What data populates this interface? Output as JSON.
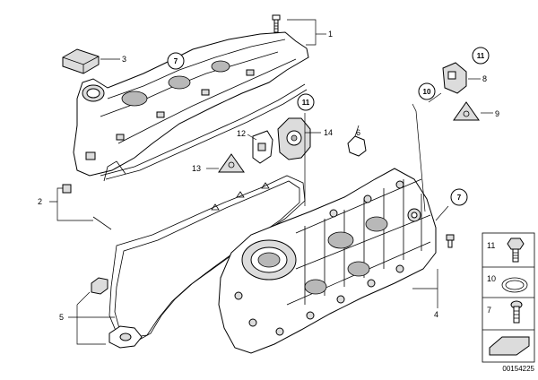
{
  "part_labels": {
    "p1": "1",
    "p2": "2",
    "p3": "3",
    "p4": "4",
    "p5": "5",
    "p6": "6",
    "p8": "8",
    "p9": "9",
    "p12": "12",
    "p13": "13",
    "p14": "14"
  },
  "callouts": {
    "c7_top": "7",
    "c11_mid": "11",
    "c11_right": "11",
    "c10_right": "10",
    "c7_right": "7"
  },
  "legend": {
    "n11": "11",
    "n10": "10",
    "n7": "7"
  },
  "doc_id": "00154225"
}
